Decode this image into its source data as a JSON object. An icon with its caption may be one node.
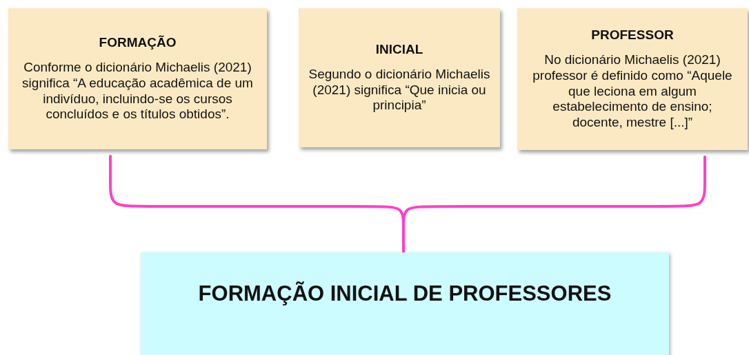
{
  "diagram": {
    "nodes": [
      {
        "text": [
          "FORMAÇÃO",
          "Conforme o dicionário Michaelis (2021) significa “A educação acadêmica de um indivíduo, incluindo-se os cursos concluídos e os títulos obtidos”."
        ]
      },
      {
        "text": [
          "INICIAL",
          "Segundo o dicionário Michaelis (2021) significa “Que inicia ou principia”"
        ]
      },
      {
        "text": [
          "PROFESSOR",
          "No dicionário Michaelis (2021) professor é definido como “Aquele que leciona em algum estabelecimento de ensino; docente, mestre [...]”"
        ]
      },
      {
        "text": [
          "FORMAÇÃO INICIAL DE PROFESSORES"
        ]
      }
    ],
    "edges": [
      {
        "from": 0,
        "to": 3,
        "arrow": "none",
        "color": "#ff40c8"
      },
      {
        "from": 2,
        "to": 3,
        "arrow": "none",
        "color": "#ff40c8"
      }
    ]
  }
}
